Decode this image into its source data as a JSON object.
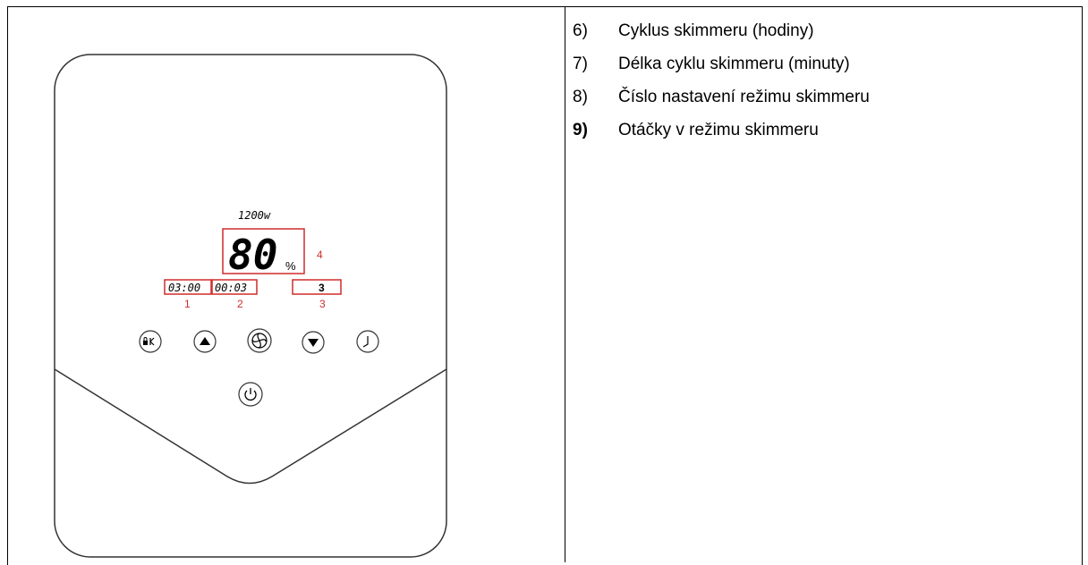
{
  "panel": {
    "power_readout": "1200w",
    "speed_value": "80",
    "speed_unit": "%",
    "timer_cycle": "03:00",
    "timer_duration": "00:03",
    "mode_number": "3",
    "markers": [
      "1",
      "2",
      "3",
      "4"
    ],
    "buttons": [
      "lock-icon",
      "arrow-up-icon",
      "fan-icon",
      "arrow-down-icon",
      "clock-icon",
      "power-icon"
    ],
    "highlight_color": "#d12b2b"
  },
  "legend": [
    {
      "num": "6)",
      "text": "Cyklus skimmeru (hodiny)",
      "bold": false
    },
    {
      "num": "7)",
      "text": "Délka cyklu skimmeru (minuty)",
      "bold": false
    },
    {
      "num": "8)",
      "text": "Číslo nastavení režimu skimmeru",
      "bold": false
    },
    {
      "num": "9)",
      "text": "Otáčky v režimu skimmeru",
      "bold": true
    }
  ]
}
